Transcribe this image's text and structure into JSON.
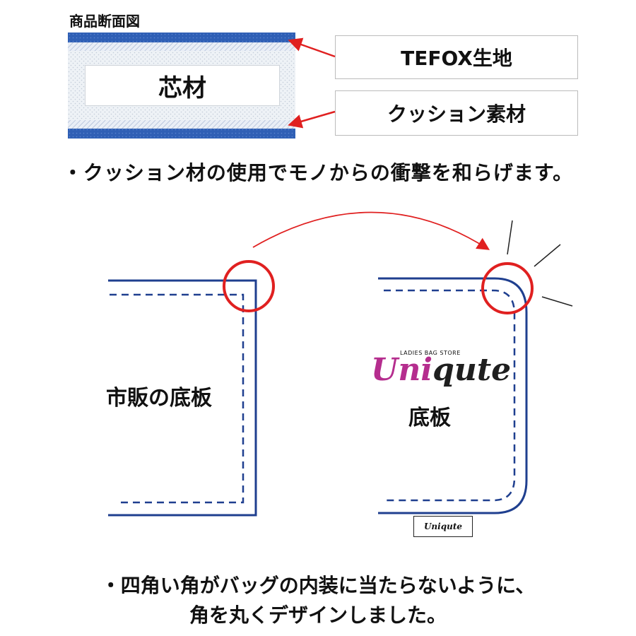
{
  "header": {
    "title": "商品断面図"
  },
  "cross_section": {
    "core_label": "芯材",
    "layer_labels": [
      "TEFOX生地",
      "クッション素材"
    ]
  },
  "captions": {
    "cushion": "・クッション材の使用でモノからの衝撃を和らげます。",
    "corner_line1": "・四角い角がバッグの内装に当たらないように、",
    "corner_line2": "角を丸くデザインしました。"
  },
  "comparison": {
    "left_label": "市販の底板",
    "right_label": "底板",
    "logo_small": "LADIES BAG STORE",
    "logo_uni": "Uni",
    "logo_rest": "qute",
    "tag_text": "Uniqute"
  },
  "colors": {
    "navy": "#1f3f8f",
    "blue_layer": "#2f5fb5",
    "arrow_red": "#e02020",
    "accent_magenta": "#b52d8e"
  }
}
